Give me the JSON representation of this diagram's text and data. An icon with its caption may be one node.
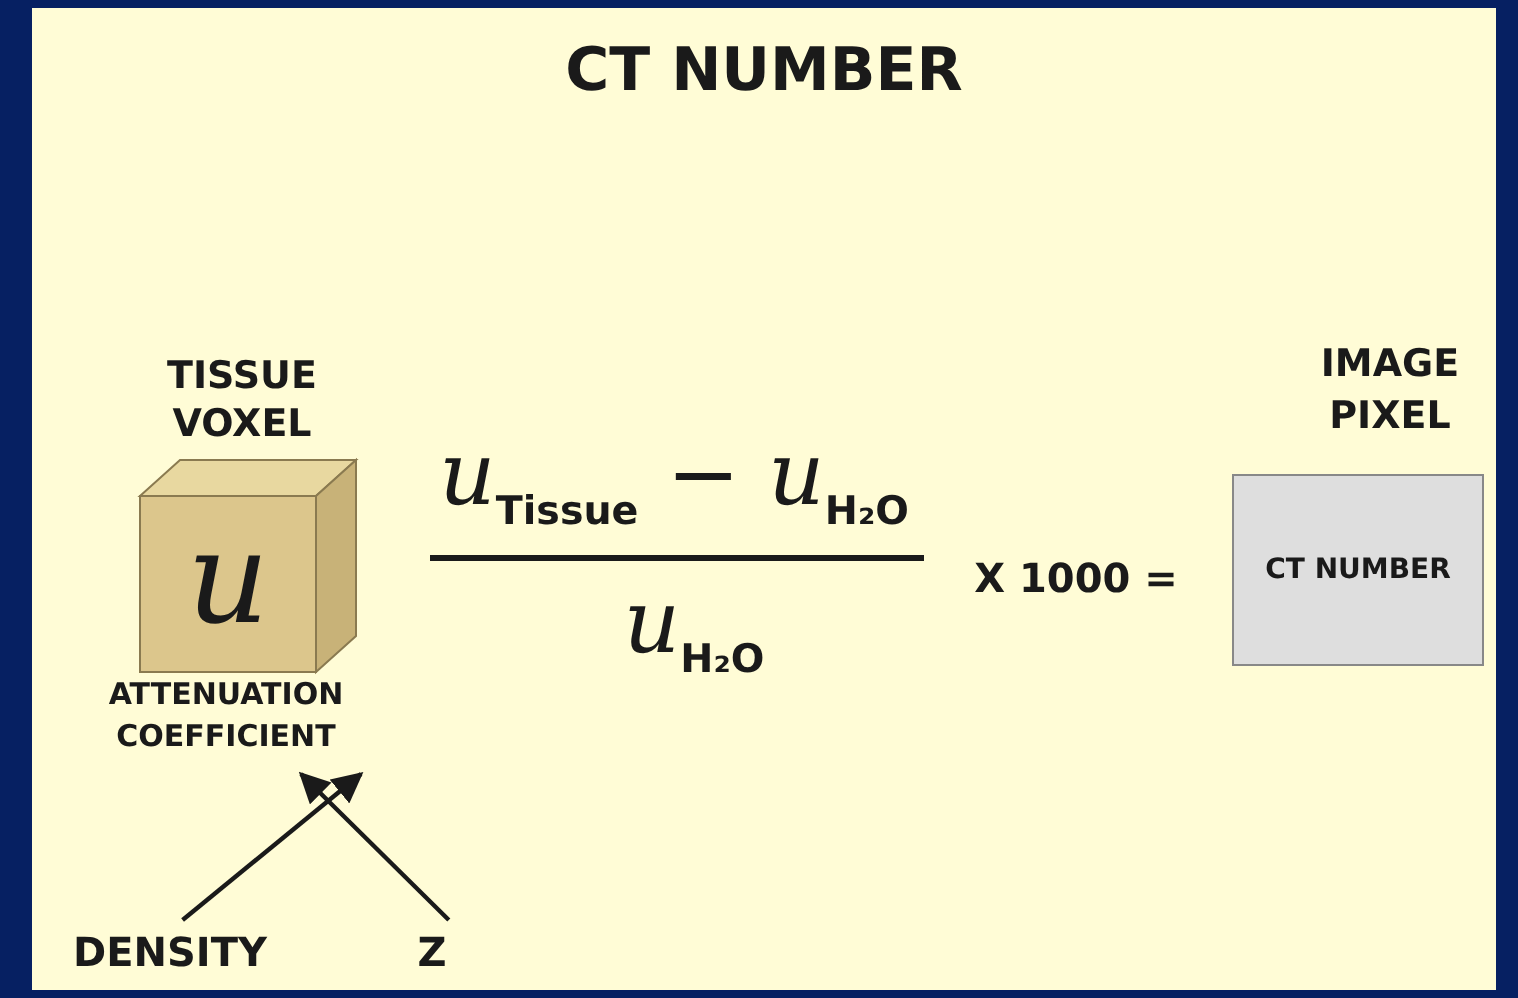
{
  "diagram": {
    "title": "CT NUMBER",
    "nodes": [
      {
        "text": [
          "TISSUE VOXEL",
          "u"
        ]
      },
      {
        "text": [
          "ATTENUATION COEFFICIENT"
        ]
      },
      {
        "text": [
          "DENSITY"
        ]
      },
      {
        "text": [
          "Z"
        ]
      },
      {
        "text": [
          "IMAGE PIXEL",
          "CT NUMBER"
        ]
      }
    ],
    "edges": [
      {
        "from": 2,
        "to": 1,
        "arrow": "to"
      },
      {
        "from": 3,
        "to": 1,
        "arrow": "to"
      }
    ],
    "labels": [
      "u$_{Tissue}$ − u$_{H₂O}$",
      "u$_{H₂O}$",
      "X 1000 ="
    ]
  }
}
